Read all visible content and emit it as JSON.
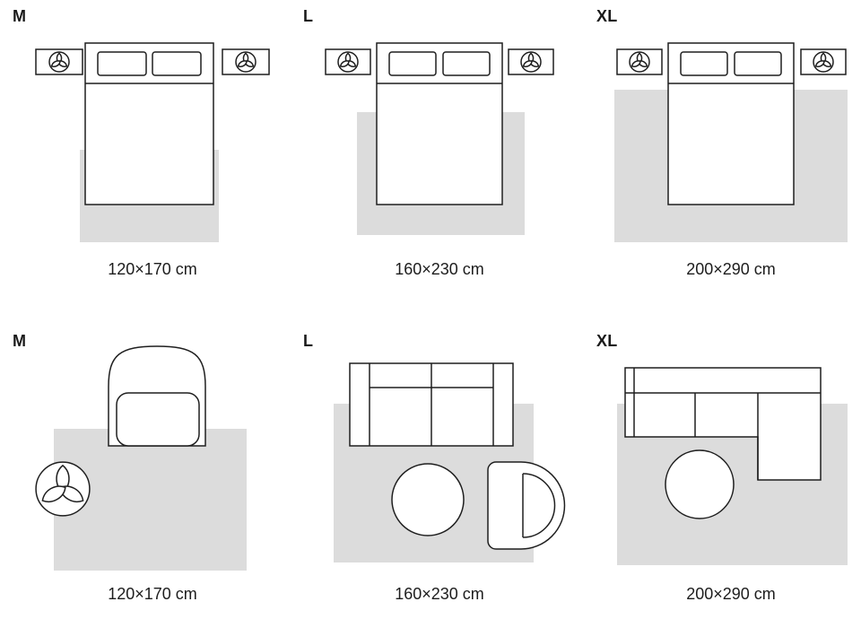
{
  "colors": {
    "rug": "#dcdcdc",
    "outline": "#1f1f1f",
    "background": "#ffffff"
  },
  "sections": {
    "bedroom": {
      "panels": [
        {
          "size_label": "M",
          "dimensions": "120×170 cm"
        },
        {
          "size_label": "L",
          "dimensions": "160×230 cm"
        },
        {
          "size_label": "XL",
          "dimensions": "200×290 cm"
        }
      ]
    },
    "living_room": {
      "panels": [
        {
          "size_label": "M",
          "dimensions": "120×170 cm"
        },
        {
          "size_label": "L",
          "dimensions": "160×230 cm"
        },
        {
          "size_label": "XL",
          "dimensions": "200×290 cm"
        }
      ]
    }
  }
}
